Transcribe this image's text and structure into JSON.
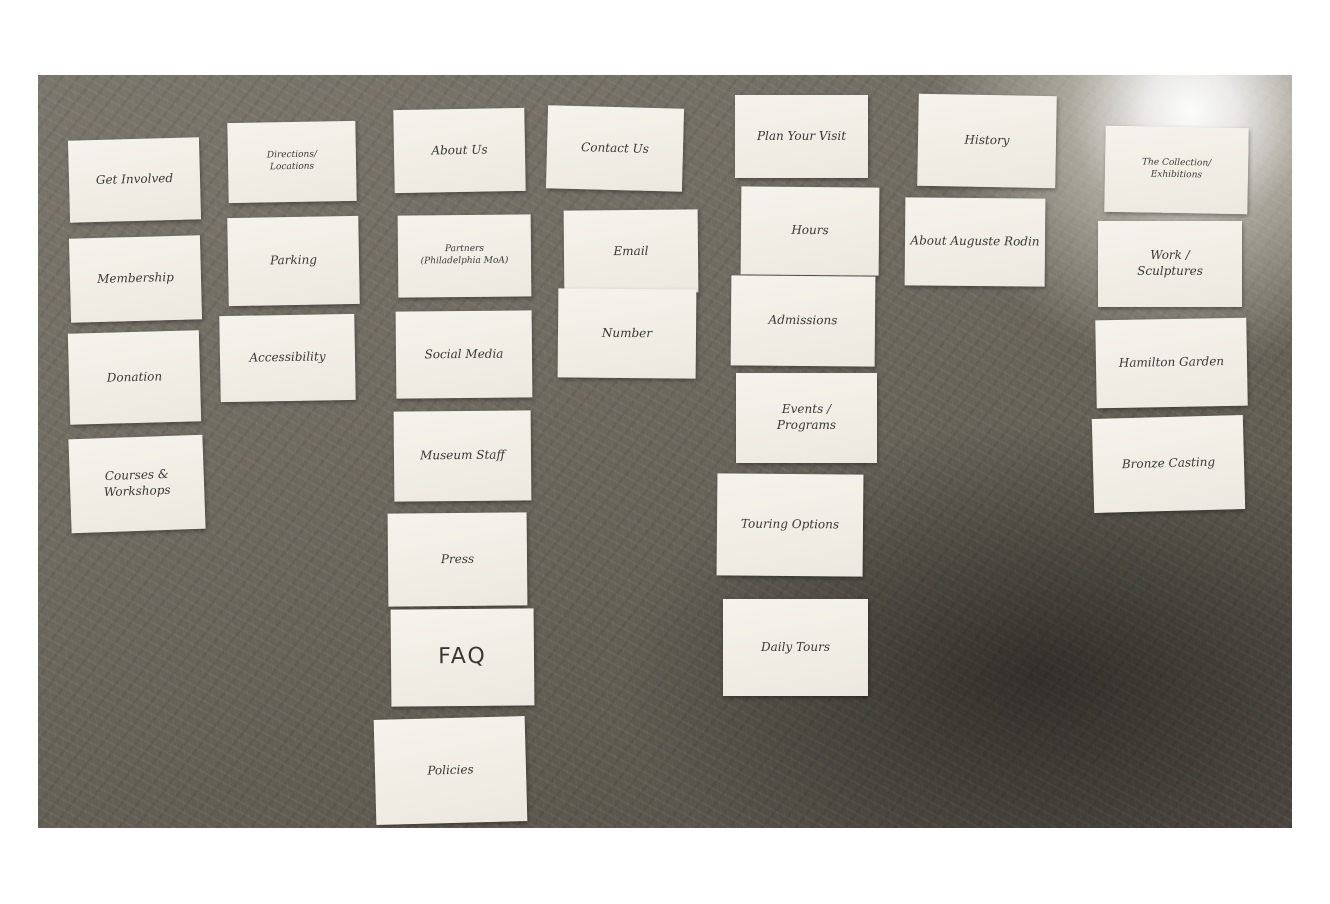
{
  "cards": [
    {
      "text": "Get Involved"
    },
    {
      "text": "Membership"
    },
    {
      "text": "Donation"
    },
    {
      "text": "Courses & Workshops"
    },
    {
      "text": "Directions/\nLocations"
    },
    {
      "text": "Parking"
    },
    {
      "text": "Accessibility"
    },
    {
      "text": "About Us"
    },
    {
      "text": "Partners\n(Philadelphia MoA)"
    },
    {
      "text": "Social Media"
    },
    {
      "text": "Museum Staff"
    },
    {
      "text": "Press"
    },
    {
      "text": "FAQ"
    },
    {
      "text": "Policies"
    },
    {
      "text": "Contact Us"
    },
    {
      "text": "Email"
    },
    {
      "text": "Number"
    },
    {
      "text": "Plan Your Visit"
    },
    {
      "text": "Hours"
    },
    {
      "text": "Admissions"
    },
    {
      "text": "Events /\nPrograms"
    },
    {
      "text": "Touring Options"
    },
    {
      "text": "Daily Tours"
    },
    {
      "text": "History"
    },
    {
      "text": "About Auguste Rodin"
    },
    {
      "text": "The Collection/\nExhibitions"
    },
    {
      "text": "Work /\nSculptures"
    },
    {
      "text": "Hamilton Garden"
    },
    {
      "text": "Bronze Casting"
    }
  ]
}
